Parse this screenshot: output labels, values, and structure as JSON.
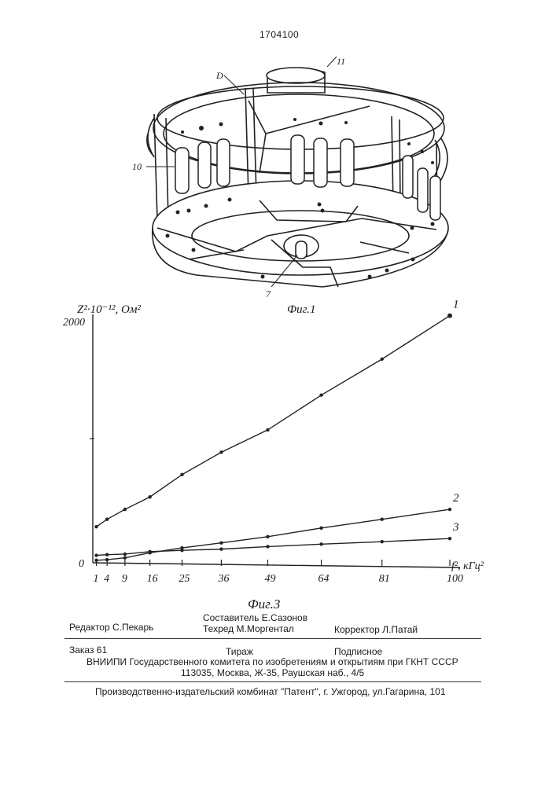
{
  "document": {
    "patent_number": "1704100"
  },
  "figure1": {
    "caption": "Фиг.1",
    "callouts": {
      "c11": "11",
      "cD": "D",
      "c10": "10",
      "c7": "7"
    }
  },
  "figure3": {
    "caption": "Фиг.3",
    "y_axis_label": "Z²·10⁻¹², Ом²",
    "y_tick_top": "2000",
    "y_tick_zero": "0",
    "x_axis_label": "f², кГц²"
  },
  "chart_data": {
    "type": "line",
    "title": "",
    "xlabel": "f², кГц²",
    "ylabel": "Z²·10⁻¹², Ом²",
    "xlim": [
      0,
      100
    ],
    "ylim": [
      0,
      2000
    ],
    "grid": false,
    "x_tick_labels": [
      "1",
      "4",
      "9",
      "16",
      "25",
      "36",
      "49",
      "64",
      "81",
      "100"
    ],
    "series": [
      {
        "name": "1",
        "x": [
          1,
          4,
          9,
          16,
          25,
          36,
          49,
          64,
          81,
          100
        ],
        "y": [
          290,
          350,
          430,
          530,
          710,
          890,
          1070,
          1350,
          1640,
          1990
        ]
      },
      {
        "name": "2",
        "x": [
          1,
          4,
          9,
          16,
          25,
          36,
          49,
          64,
          81,
          100
        ],
        "y": [
          20,
          25,
          40,
          80,
          120,
          160,
          210,
          280,
          350,
          430
        ]
      },
      {
        "name": "3",
        "x": [
          1,
          4,
          9,
          16,
          25,
          36,
          49,
          64,
          81,
          100
        ],
        "y": [
          60,
          65,
          70,
          90,
          100,
          110,
          130,
          150,
          170,
          195
        ]
      }
    ]
  },
  "imprint": {
    "editor": "Редактор  С.Пекарь",
    "compiler": "Составитель Е.Сазонов",
    "techred": "Техред М.Моргентал",
    "proofreader": "Корректор  Л.Патай",
    "order": "Заказ  61",
    "circulation": "Тираж",
    "subscription": "Подписное",
    "vniipi": "ВНИИПИ Государственного комитета по изобретениям и открытиям при ГКНТ СССР",
    "address": "113035, Москва, Ж-35, Раушская наб., 4/5",
    "publisher": "Производственно-издательский комбинат \"Патент\", г. Ужгород, ул.Гагарина, 101"
  }
}
